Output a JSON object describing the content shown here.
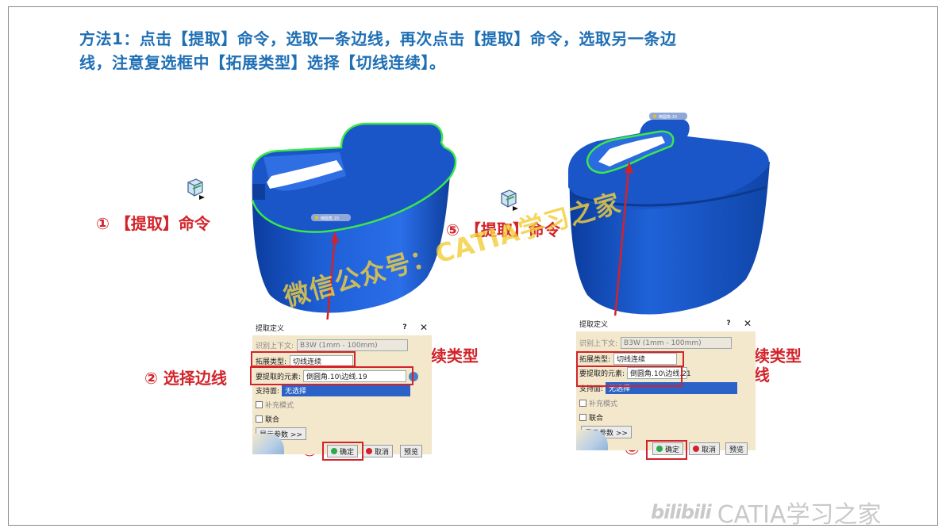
{
  "heading": {
    "line1": "方法1：点击【提取】命令，选取一条边线，再次点击【提取】命令，选取另一条边",
    "line2": "线，注意复选框中【拓展类型】选择【切线连续】。"
  },
  "annotations": {
    "a1": "① 【提取】命令",
    "a2": "② 选择边线",
    "a3": "③ 切线连续类型",
    "a4": "④",
    "a5": "⑤ 【提取】命令",
    "a6": "⑥ 选择边线",
    "a7": "⑦ 切线连续类型",
    "a8": "⑧"
  },
  "dialogs": [
    {
      "title": "提取定义",
      "help": "?",
      "close": "✕",
      "context_label": "识别上下文:",
      "context_value": "B3W (1mm - 100mm)",
      "type_label": "拓展类型:",
      "type_value": "切线连续",
      "element_label": "要提取的元素:",
      "element_value": "倒圆角.10\\边线.19",
      "support_label": "支持面:",
      "support_value": "无选择",
      "complement_label": "补充模式",
      "federate_label": "联合",
      "params_button": "显示参数 >>",
      "ok_label": "确定",
      "cancel_label": "取消",
      "preview_label": "预览"
    },
    {
      "title": "提取定义",
      "help": "?",
      "close": "✕",
      "context_label": "识别上下文:",
      "context_value": "B3W (1mm - 100mm)",
      "type_label": "拓展类型:",
      "type_value": "切线连续",
      "element_label": "要提取的元素:",
      "element_value": "倒圆角.10\\边线.21",
      "support_label": "支持面:",
      "support_value": "无选择",
      "complement_label": "补充模式",
      "federate_label": "联合",
      "params_button": "显示参数 >>",
      "ok_label": "确定",
      "cancel_label": "取消",
      "preview_label": "预览"
    }
  ],
  "model_tags": [
    "倒圆角.10",
    "倒圆角.10"
  ],
  "watermark": "微信公众号：CATIA学习之家",
  "brand": {
    "logo": "bilibili",
    "name": "CATIA学习之家"
  },
  "colors": {
    "heading": "#1f6fb5",
    "annotation": "#d2232a",
    "model": "#1a56c8",
    "edge": "#39e84a",
    "watermark": "#f2cf3c",
    "dialog_bg": "#f3e7cc"
  },
  "icons": [
    "extract-command-icon",
    "model-tag-icon"
  ]
}
